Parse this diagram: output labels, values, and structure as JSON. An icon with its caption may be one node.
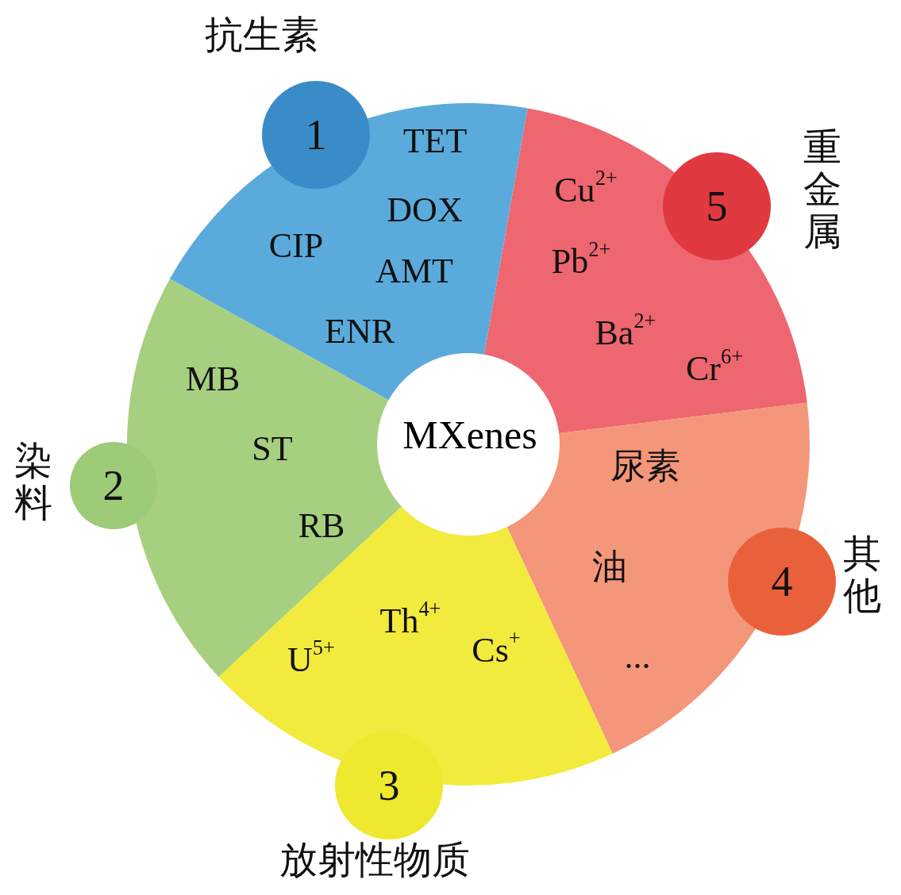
{
  "diagram": {
    "nodes": [
      {
        "text": [
          "1"
        ],
        "beside": [
          "抗生素"
        ]
      },
      {
        "text": [
          "TET",
          "DOX",
          "CIP",
          "AMT",
          "ENR"
        ]
      },
      {
        "text": [
          "5"
        ]
      },
      {
        "text": [
          "Cu$^{2+}$",
          "Pb$^{2+}$",
          "Ba$^{2+}$",
          "Cr$^{6+}$"
        ]
      },
      {
        "text": [
          "MB",
          "ST",
          "RB"
        ]
      },
      {
        "text": [
          "MXenes"
        ]
      },
      {
        "text": [
          "2"
        ],
        "beside": [
          "染料"
        ]
      },
      {
        "text": [
          "尿素",
          "油",
          "..."
        ]
      },
      {
        "text": [
          "4"
        ],
        "beside": [
          "其他"
        ]
      },
      {
        "text": [
          "U$^{5+}$",
          "Th$^{4+}$",
          "Cs$^{+}$"
        ]
      },
      {
        "text": [
          "3"
        ],
        "beside": [
          "放射性物质"
        ]
      }
    ],
    "labels": [
      "重金属"
    ]
  }
}
